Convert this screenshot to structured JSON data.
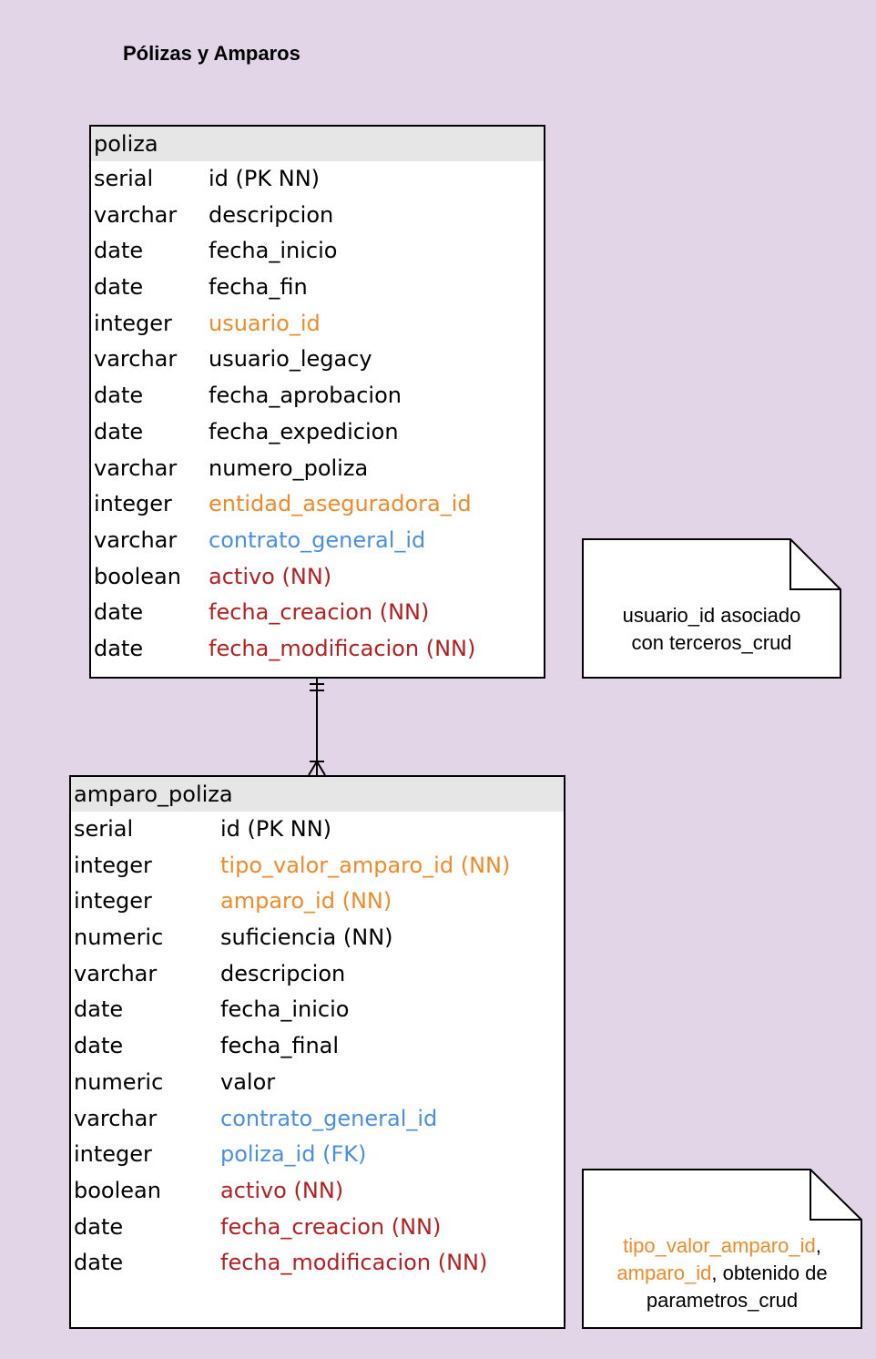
{
  "title": "Pólizas y Amparos",
  "tables": {
    "poliza": {
      "name": "poliza",
      "rows": [
        {
          "type": "serial",
          "column": "id (PK NN)",
          "color": "#000000"
        },
        {
          "type": "varchar",
          "column": "descripcion",
          "color": "#000000"
        },
        {
          "type": "date",
          "column": "fecha_inicio",
          "color": "#000000"
        },
        {
          "type": "date",
          "column": "fecha_fin",
          "color": "#000000"
        },
        {
          "type": "integer",
          "column": "usuario_id",
          "color": "#f08b2a"
        },
        {
          "type": "varchar",
          "column": "usuario_legacy",
          "color": "#000000"
        },
        {
          "type": "date",
          "column": "fecha_aprobacion",
          "color": "#000000"
        },
        {
          "type": "date",
          "column": "fecha_expedicion",
          "color": "#000000"
        },
        {
          "type": "varchar",
          "column": "numero_poliza",
          "color": "#000000"
        },
        {
          "type": "integer",
          "column": "entidad_aseguradora_id",
          "color": "#f08b2a"
        },
        {
          "type": "varchar",
          "column": "contrato_general_id",
          "color": "#4a90e2"
        },
        {
          "type": "boolean",
          "column": "activo (NN)",
          "color": "#b52020"
        },
        {
          "type": "date",
          "column": "fecha_creacion (NN)",
          "color": "#b52020"
        },
        {
          "type": "date",
          "column": "fecha_modificacion (NN)",
          "color": "#b52020"
        }
      ]
    },
    "amparo_poliza": {
      "name": "amparo_poliza",
      "rows": [
        {
          "type": "serial",
          "column": "id (PK NN)",
          "color": "#000000"
        },
        {
          "type": "integer",
          "column": "tipo_valor_amparo_id (NN)",
          "color": "#f08b2a"
        },
        {
          "type": "integer",
          "column": "amparo_id (NN)",
          "color": "#f08b2a"
        },
        {
          "type": "numeric",
          "column": "suficiencia (NN)",
          "color": "#000000"
        },
        {
          "type": "varchar",
          "column": "descripcion",
          "color": "#000000"
        },
        {
          "type": "date",
          "column": "fecha_inicio",
          "color": "#000000"
        },
        {
          "type": "date",
          "column": "fecha_final",
          "color": "#000000"
        },
        {
          "type": "numeric",
          "column": "valor",
          "color": "#000000"
        },
        {
          "type": "varchar",
          "column": "contrato_general_id",
          "color": "#4a90e2"
        },
        {
          "type": "integer",
          "column": "poliza_id (FK)",
          "color": "#4a90e2"
        },
        {
          "type": "boolean",
          "column": "activo (NN)",
          "color": "#b52020"
        },
        {
          "type": "date",
          "column": "fecha_creacion (NN)",
          "color": "#b52020"
        },
        {
          "type": "date",
          "column": "fecha_modificacion (NN)",
          "color": "#b52020"
        }
      ]
    }
  },
  "notes": {
    "note1": {
      "line1": "usuario_id asociado",
      "line2": "con terceros_crud"
    },
    "note2": {
      "line1_orange": "tipo_valor_amparo_id",
      "line1_rest": ",",
      "line2_orange": "amparo_id",
      "line2_rest": ", obtenido de",
      "line3": "parametros_crud"
    }
  },
  "colors": {
    "background": "#e1d5e7",
    "header": "#e6e6e6",
    "fk_orange": "#f08b2a",
    "ref_blue": "#4a90e2",
    "audit_red": "#b52020"
  }
}
